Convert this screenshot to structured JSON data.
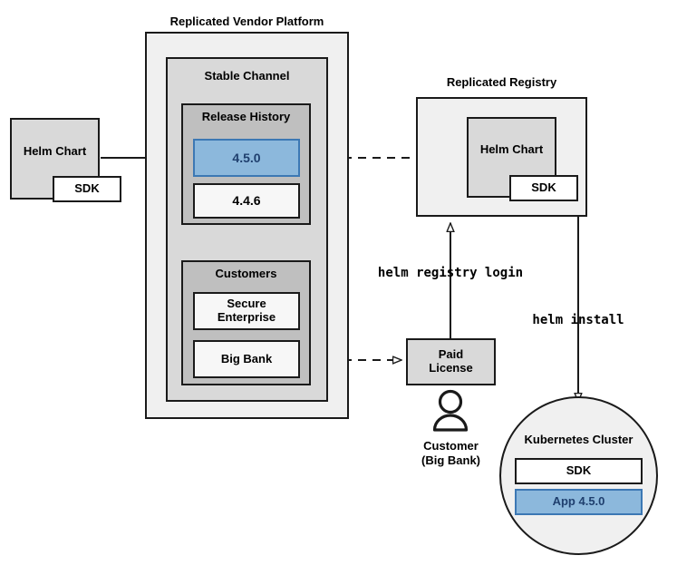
{
  "diagram": {
    "title_vendor_platform": "Replicated Vendor Platform",
    "title_registry": "Replicated Registry",
    "stable_channel": "Stable Channel",
    "release_history": "Release History",
    "customers": "Customers"
  },
  "source_chart": {
    "label": "Helm Chart",
    "sdk": "SDK"
  },
  "releases": [
    {
      "version": "4.5.0",
      "selected": true
    },
    {
      "version": "4.4.6",
      "selected": false
    }
  ],
  "customers": [
    {
      "name": "Secure\nEnterprise"
    },
    {
      "name": "Big Bank"
    }
  ],
  "registry": {
    "chart_label": "Helm Chart",
    "sdk": "SDK"
  },
  "license": {
    "label": "Paid\nLicense"
  },
  "customer_actor": {
    "label": "Customer\n(Big Bank)"
  },
  "commands": {
    "registry_login": "helm registry login",
    "install": "helm install"
  },
  "cluster": {
    "title": "Kubernetes Cluster",
    "sdk": "SDK",
    "app": "App 4.5.0"
  },
  "colors": {
    "accent_blue_fill": "#8cb8dc",
    "accent_blue_border": "#3c78b4",
    "accent_blue_text": "#1f3f6e",
    "platform_fill": "#f0f0f0",
    "channel_fill": "#d9d9d9",
    "section_fill": "#bfbfbf",
    "stroke": "#1a1a1a"
  }
}
